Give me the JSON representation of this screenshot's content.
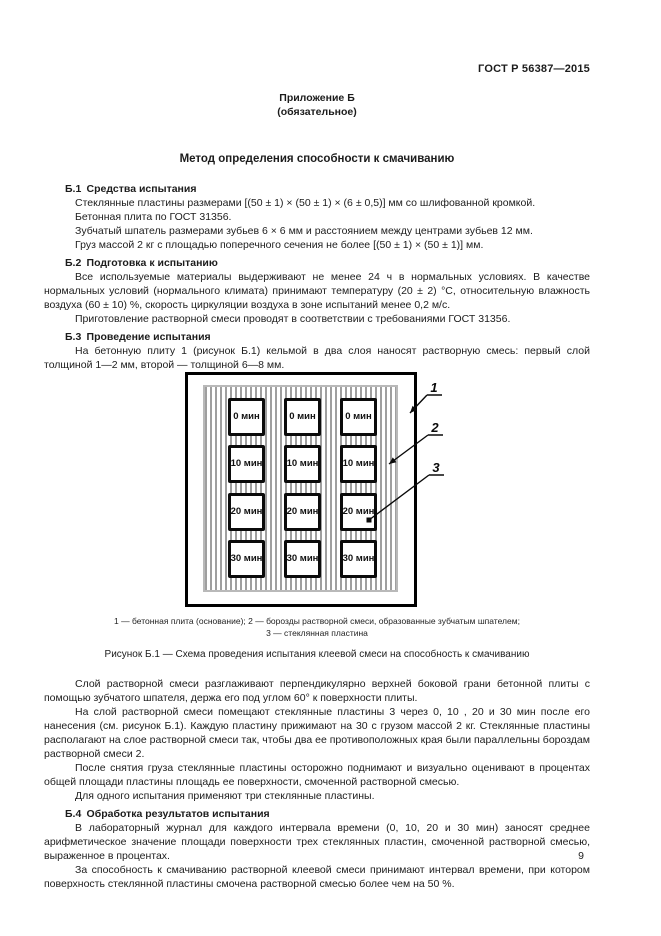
{
  "header": {
    "doc_code": "ГОСТ Р 56387—2015",
    "page_number": "9"
  },
  "appendix": {
    "label": "Приложение Б",
    "status": "(обязательное)",
    "title": "Метод определения способности к смачиванию"
  },
  "b1": {
    "heading": "Б.1 Средства испытания",
    "p1": "Стеклянные пластины размерами [(50 ± 1) × (50 ± 1) × (6 ± 0,5)] мм со шлифованной кромкой.",
    "p2": "Бетонная плита по ГОСТ 31356.",
    "p3": "Зубчатый шпатель размерами зубьев 6 × 6 мм и расстоянием между центрами зубьев 12 мм.",
    "p4": "Груз массой 2 кг с площадью поперечного сечения не более [(50 ± 1) × (50 ± 1)] мм."
  },
  "b2": {
    "heading": "Б.2 Подготовка к испытанию",
    "p1": "Все используемые материалы выдерживают не менее 24 ч в нормальных условиях. В качестве нормальных условий (нормального климата) принимают температуру (20 ± 2) °С, относительную влажность воздуха (60 ± 10) %, скорость циркуляции воздуха в зоне испытаний менее 0,2 м/с.",
    "p2": "Приготовление растворной смеси проводят в соответствии с требованиями ГОСТ 31356."
  },
  "b3": {
    "heading": "Б.3 Проведение испытания",
    "p1": "На бетонную плиту 1 (рисунок Б.1) кельмой в два слоя наносят растворную смесь: первый слой толщиной 1—2 мм, второй — толщиной 6—8 мм.",
    "p2": "Слой растворной смеси разглаживают перпендикулярно верхней боковой грани бетонной плиты с помощью зубчатого шпателя, держа его под углом 60° к поверхности плиты.",
    "p3": "На слой растворной смеси помещают стеклянные пластины 3 через 0, 10 , 20 и 30 мин после его нанесения (см. рисунок Б.1). Каждую пластину прижимают на 30 с грузом массой 2 кг. Стеклянные пластины располагают на слое растворной смеси так, чтобы два ее противоположных края были параллельны бороздам растворной смеси 2.",
    "p4": "После снятия груза стеклянные пластины осторожно поднимают и визуально оценивают в процентах общей площади пластины площадь ее поверхности, смоченной растворной смесью.",
    "p5": "Для одного испытания применяют три стеклянные пластины."
  },
  "b4": {
    "heading": "Б.4 Обработка результатов испытания",
    "p1": "В лабораторный журнал для каждого интервала времени (0, 10, 20 и 30 мин) заносят среднее арифметическое значение площади поверхности трех стеклянных пластин, смоченной растворной смесью, выраженное в процентах.",
    "p2": "За способность к смачиванию растворной клеевой смеси принимают интервал времени, при котором поверхность стеклянной пластины смочена растворной смесью более чем на 50 %."
  },
  "figure": {
    "times": [
      "0 мин",
      "10 мин",
      "20 мин",
      "30 мин"
    ],
    "callouts": [
      "1",
      "2",
      "3"
    ],
    "caption_line1": "1 — бетонная плита (основание); 2 — борозды растворной смеси, образованные зубчатым шпателем;",
    "caption_line2": "3 — стеклянная пластина",
    "name": "Рисунок Б.1 — Схема проведения испытания клеевой смеси на способность к смачиванию"
  }
}
